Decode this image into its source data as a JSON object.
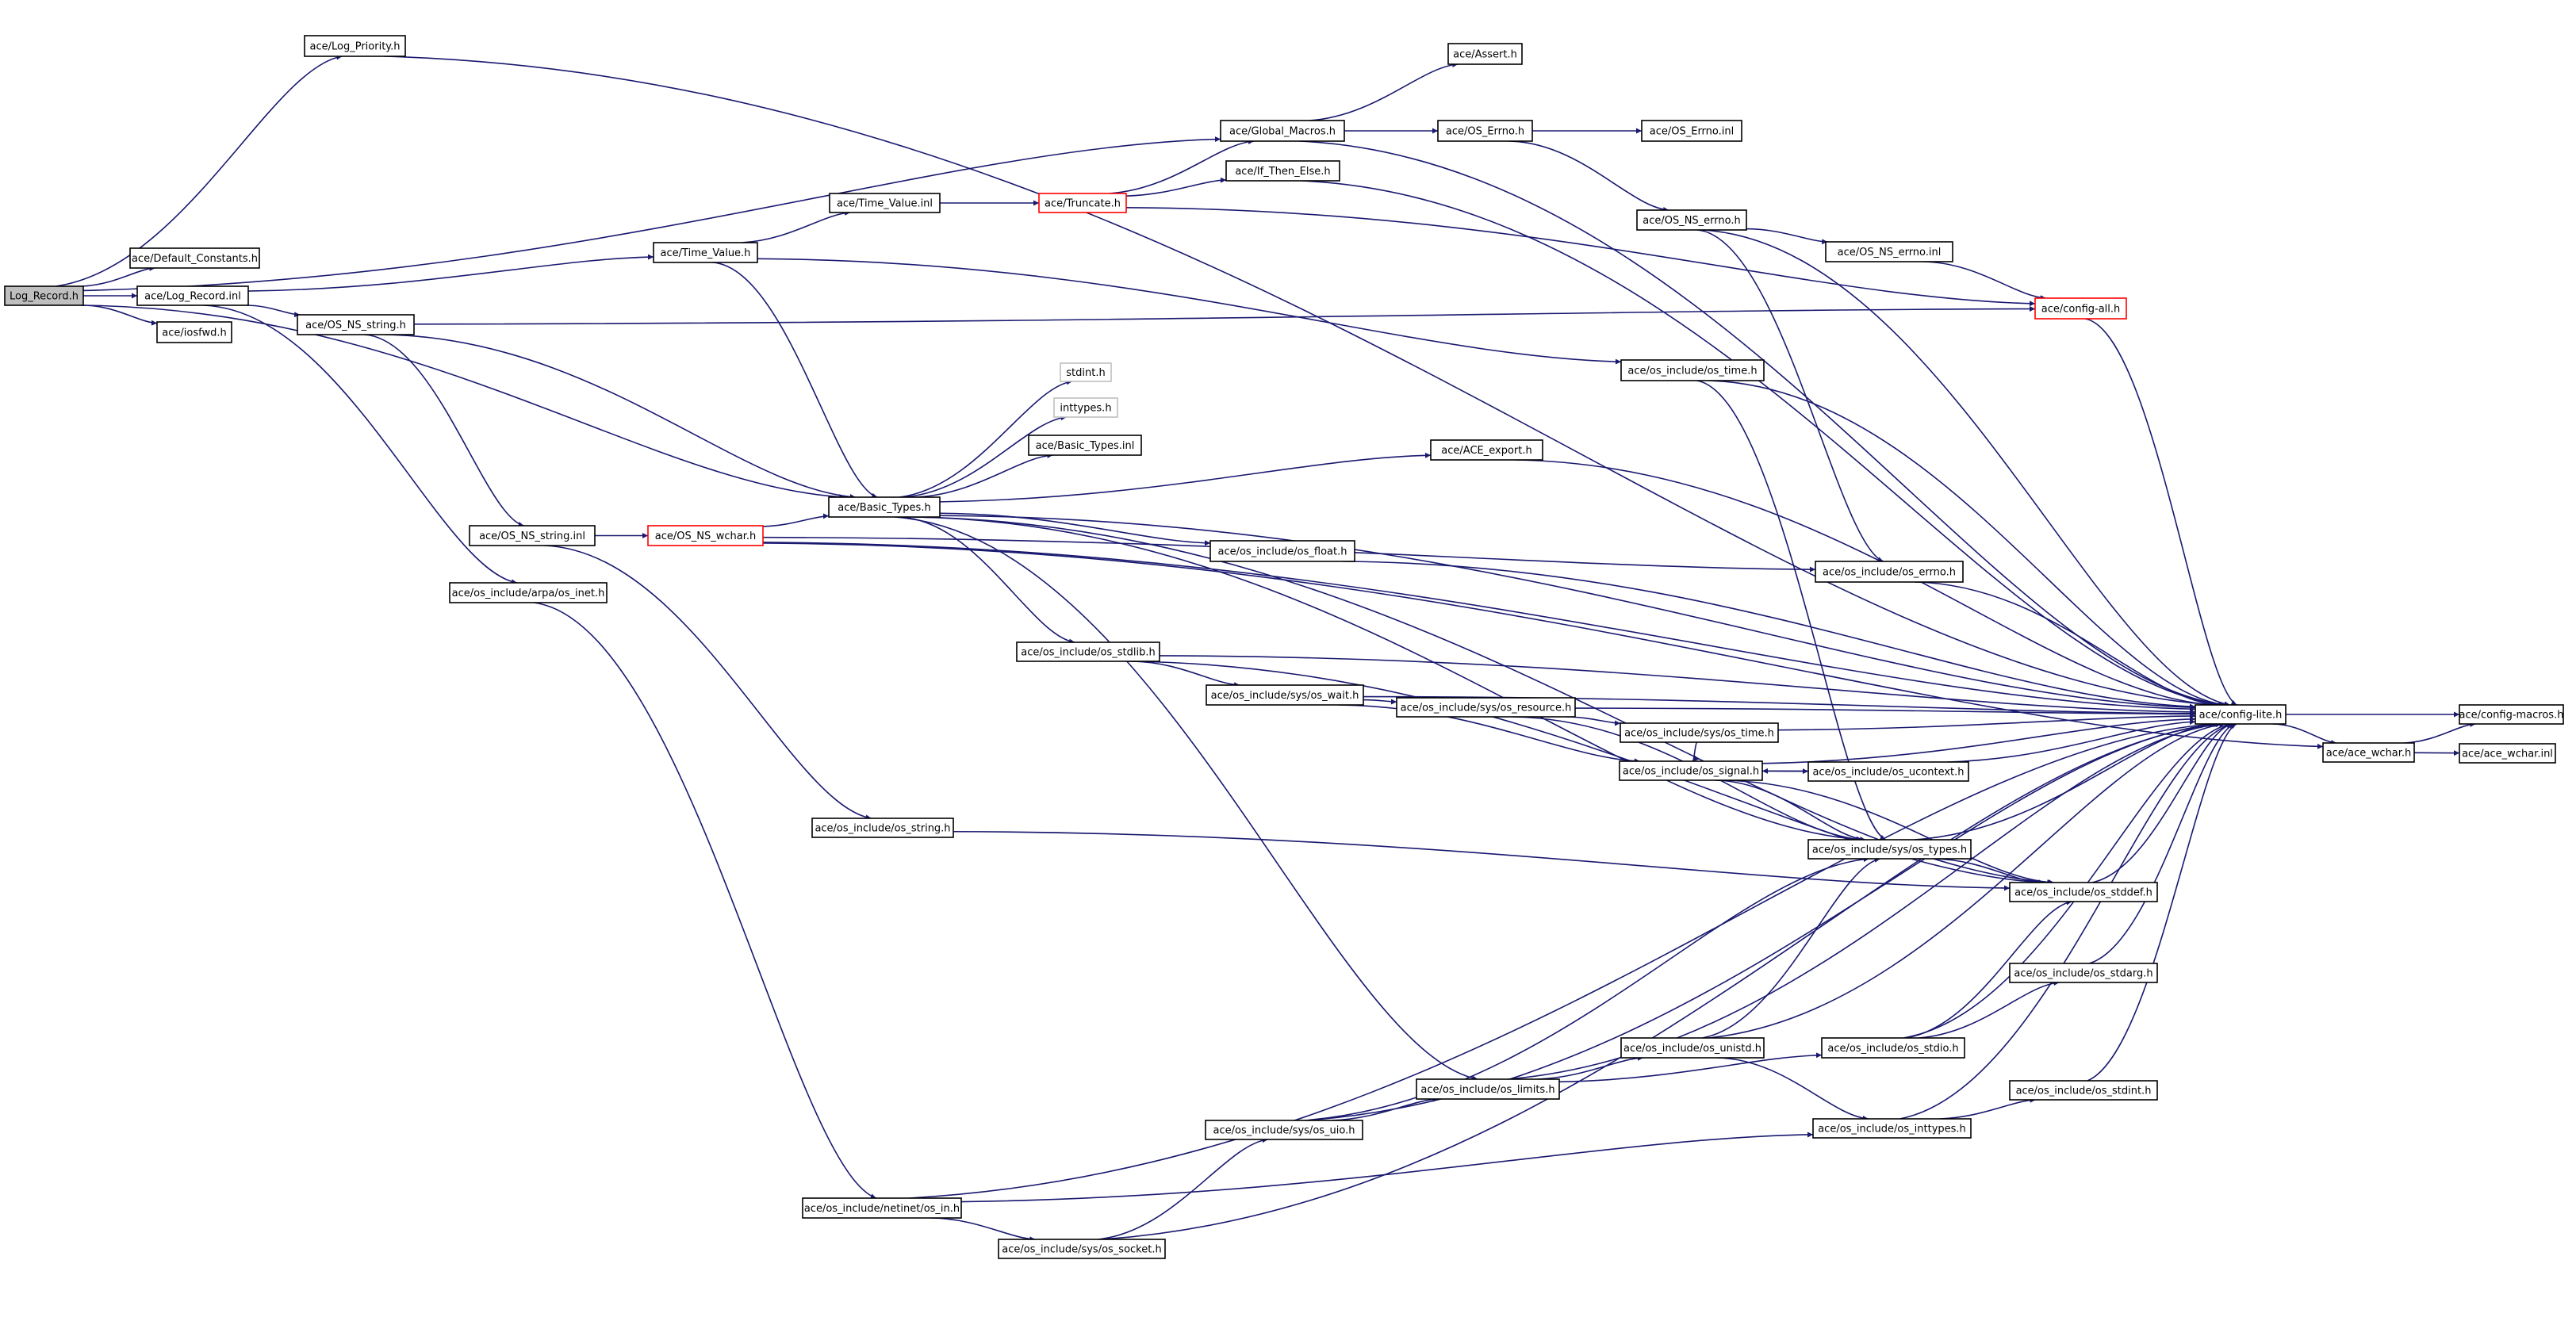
{
  "diagram": {
    "nodes": [
      {
        "id": "log_record_h",
        "label": "Log_Record.h",
        "style": "root"
      },
      {
        "id": "log_priority",
        "label": "ace/Log_Priority.h",
        "style": "normal"
      },
      {
        "id": "default_constants",
        "label": "ace/Default_Constants.h",
        "style": "normal"
      },
      {
        "id": "log_record_inl",
        "label": "ace/Log_Record.inl",
        "style": "normal"
      },
      {
        "id": "iosfwd",
        "label": "ace/iosfwd.h",
        "style": "normal"
      },
      {
        "id": "global_macros",
        "label": "ace/Global_Macros.h",
        "style": "normal"
      },
      {
        "id": "assert",
        "label": "ace/Assert.h",
        "style": "normal"
      },
      {
        "id": "os_errno",
        "label": "ace/OS_Errno.h",
        "style": "normal"
      },
      {
        "id": "os_errno_inl",
        "label": "ace/OS_Errno.inl",
        "style": "normal"
      },
      {
        "id": "time_value_inl",
        "label": "ace/Time_Value.inl",
        "style": "normal"
      },
      {
        "id": "truncate",
        "label": "ace/Truncate.h",
        "style": "red"
      },
      {
        "id": "if_then_else",
        "label": "ace/If_Then_Else.h",
        "style": "normal"
      },
      {
        "id": "time_value_h",
        "label": "ace/Time_Value.h",
        "style": "normal"
      },
      {
        "id": "os_ns_errno_h",
        "label": "ace/OS_NS_errno.h",
        "style": "normal"
      },
      {
        "id": "os_ns_errno_inl",
        "label": "ace/OS_NS_errno.inl",
        "style": "normal"
      },
      {
        "id": "config_all",
        "label": "ace/config-all.h",
        "style": "red"
      },
      {
        "id": "os_ns_string_h",
        "label": "ace/OS_NS_string.h",
        "style": "normal"
      },
      {
        "id": "os_time",
        "label": "ace/os_include/os_time.h",
        "style": "normal"
      },
      {
        "id": "stdint",
        "label": "stdint.h",
        "style": "grey"
      },
      {
        "id": "inttypes",
        "label": "inttypes.h",
        "style": "grey"
      },
      {
        "id": "basic_types_inl",
        "label": "ace/Basic_Types.inl",
        "style": "normal"
      },
      {
        "id": "ace_export",
        "label": "ace/ACE_export.h",
        "style": "normal"
      },
      {
        "id": "basic_types_h",
        "label": "ace/Basic_Types.h",
        "style": "normal"
      },
      {
        "id": "os_ns_string_inl",
        "label": "ace/OS_NS_string.inl",
        "style": "normal"
      },
      {
        "id": "os_ns_wchar",
        "label": "ace/OS_NS_wchar.h",
        "style": "red"
      },
      {
        "id": "os_float",
        "label": "ace/os_include/os_float.h",
        "style": "normal"
      },
      {
        "id": "os_errno_inc",
        "label": "ace/os_include/os_errno.h",
        "style": "normal"
      },
      {
        "id": "arpa_inet",
        "label": "ace/os_include/arpa/os_inet.h",
        "style": "normal"
      },
      {
        "id": "os_stdlib",
        "label": "ace/os_include/os_stdlib.h",
        "style": "normal"
      },
      {
        "id": "sys_wait",
        "label": "ace/os_include/sys/os_wait.h",
        "style": "normal"
      },
      {
        "id": "sys_resource",
        "label": "ace/os_include/sys/os_resource.h",
        "style": "normal"
      },
      {
        "id": "config_lite",
        "label": "ace/config-lite.h",
        "style": "normal"
      },
      {
        "id": "config_macros",
        "label": "ace/config-macros.h",
        "style": "normal"
      },
      {
        "id": "sys_time",
        "label": "ace/os_include/sys/os_time.h",
        "style": "normal"
      },
      {
        "id": "ace_wchar_h",
        "label": "ace/ace_wchar.h",
        "style": "normal"
      },
      {
        "id": "ace_wchar_inl",
        "label": "ace/ace_wchar.inl",
        "style": "normal"
      },
      {
        "id": "os_signal",
        "label": "ace/os_include/os_signal.h",
        "style": "normal"
      },
      {
        "id": "os_ucontext",
        "label": "ace/os_include/os_ucontext.h",
        "style": "normal"
      },
      {
        "id": "os_string",
        "label": "ace/os_include/os_string.h",
        "style": "normal"
      },
      {
        "id": "sys_types",
        "label": "ace/os_include/sys/os_types.h",
        "style": "normal"
      },
      {
        "id": "os_stddef",
        "label": "ace/os_include/os_stddef.h",
        "style": "normal"
      },
      {
        "id": "os_stdarg",
        "label": "ace/os_include/os_stdarg.h",
        "style": "normal"
      },
      {
        "id": "os_unistd",
        "label": "ace/os_include/os_unistd.h",
        "style": "normal"
      },
      {
        "id": "os_stdio",
        "label": "ace/os_include/os_stdio.h",
        "style": "normal"
      },
      {
        "id": "os_limits",
        "label": "ace/os_include/os_limits.h",
        "style": "normal"
      },
      {
        "id": "os_stdint",
        "label": "ace/os_include/os_stdint.h",
        "style": "normal"
      },
      {
        "id": "sys_uio",
        "label": "ace/os_include/sys/os_uio.h",
        "style": "normal"
      },
      {
        "id": "os_inttypes",
        "label": "ace/os_include/os_inttypes.h",
        "style": "normal"
      },
      {
        "id": "netinet_in",
        "label": "ace/os_include/netinet/os_in.h",
        "style": "normal"
      },
      {
        "id": "sys_socket",
        "label": "ace/os_include/sys/os_socket.h",
        "style": "normal"
      }
    ],
    "edges": [
      [
        "log_record_h",
        "log_priority"
      ],
      [
        "log_record_h",
        "default_constants"
      ],
      [
        "log_record_h",
        "log_record_inl"
      ],
      [
        "log_record_h",
        "iosfwd"
      ],
      [
        "log_record_h",
        "global_macros"
      ],
      [
        "log_record_h",
        "basic_types_h"
      ],
      [
        "log_priority",
        "config_lite"
      ],
      [
        "log_record_inl",
        "time_value_h"
      ],
      [
        "log_record_inl",
        "os_ns_string_h"
      ],
      [
        "log_record_inl",
        "arpa_inet"
      ],
      [
        "global_macros",
        "assert"
      ],
      [
        "global_macros",
        "os_errno"
      ],
      [
        "global_macros",
        "config_lite"
      ],
      [
        "os_errno",
        "os_errno_inl"
      ],
      [
        "os_errno",
        "os_ns_errno_h"
      ],
      [
        "time_value_inl",
        "truncate"
      ],
      [
        "truncate",
        "global_macros"
      ],
      [
        "truncate",
        "if_then_else"
      ],
      [
        "truncate",
        "config_all"
      ],
      [
        "if_then_else",
        "config_lite"
      ],
      [
        "time_value_h",
        "time_value_inl"
      ],
      [
        "time_value_h",
        "basic_types_h"
      ],
      [
        "time_value_h",
        "os_time"
      ],
      [
        "os_ns_errno_h",
        "os_ns_errno_inl"
      ],
      [
        "os_ns_errno_h",
        "config_lite"
      ],
      [
        "os_ns_errno_h",
        "os_errno_inc"
      ],
      [
        "os_ns_errno_inl",
        "config_all"
      ],
      [
        "config_all",
        "config_lite"
      ],
      [
        "os_ns_string_h",
        "config_all"
      ],
      [
        "os_ns_string_h",
        "basic_types_h"
      ],
      [
        "os_ns_string_h",
        "os_ns_string_inl"
      ],
      [
        "os_time",
        "config_lite"
      ],
      [
        "os_time",
        "sys_types"
      ],
      [
        "basic_types_h",
        "stdint"
      ],
      [
        "basic_types_h",
        "inttypes"
      ],
      [
        "basic_types_h",
        "basic_types_inl"
      ],
      [
        "basic_types_h",
        "ace_export"
      ],
      [
        "basic_types_h",
        "config_lite"
      ],
      [
        "basic_types_h",
        "os_float"
      ],
      [
        "basic_types_h",
        "os_stdlib"
      ],
      [
        "basic_types_h",
        "os_stddef"
      ],
      [
        "basic_types_h",
        "os_limits"
      ],
      [
        "basic_types_h",
        "sys_types"
      ],
      [
        "ace_export",
        "config_lite"
      ],
      [
        "os_ns_string_inl",
        "os_ns_wchar"
      ],
      [
        "os_ns_string_inl",
        "os_string"
      ],
      [
        "os_ns_wchar",
        "basic_types_h"
      ],
      [
        "os_ns_wchar",
        "config_lite"
      ],
      [
        "os_ns_wchar",
        "os_errno_inc"
      ],
      [
        "os_ns_wchar",
        "ace_wchar_h"
      ],
      [
        "os_float",
        "config_lite"
      ],
      [
        "os_errno_inc",
        "config_lite"
      ],
      [
        "arpa_inet",
        "netinet_in"
      ],
      [
        "os_stdlib",
        "config_lite"
      ],
      [
        "os_stdlib",
        "sys_wait"
      ],
      [
        "os_stdlib",
        "os_stddef"
      ],
      [
        "sys_wait",
        "config_lite"
      ],
      [
        "sys_wait",
        "sys_resource"
      ],
      [
        "sys_wait",
        "os_signal"
      ],
      [
        "sys_resource",
        "config_lite"
      ],
      [
        "sys_resource",
        "sys_time"
      ],
      [
        "sys_resource",
        "sys_types"
      ],
      [
        "config_lite",
        "config_macros"
      ],
      [
        "config_lite",
        "ace_wchar_h"
      ],
      [
        "ace_wchar_h",
        "config_macros"
      ],
      [
        "ace_wchar_h",
        "ace_wchar_inl"
      ],
      [
        "sys_time",
        "config_lite"
      ],
      [
        "sys_time",
        "os_signal"
      ],
      [
        "os_signal",
        "config_lite"
      ],
      [
        "os_signal",
        "os_ucontext"
      ],
      [
        "os_signal",
        "sys_types"
      ],
      [
        "os_signal",
        "os_stddef"
      ],
      [
        "os_ucontext",
        "config_lite"
      ],
      [
        "os_ucontext",
        "os_signal"
      ],
      [
        "os_string",
        "os_stddef"
      ],
      [
        "sys_types",
        "config_lite"
      ],
      [
        "sys_types",
        "os_stddef"
      ],
      [
        "os_stddef",
        "config_lite"
      ],
      [
        "os_stdarg",
        "config_lite"
      ],
      [
        "os_unistd",
        "config_lite"
      ],
      [
        "os_unistd",
        "sys_types"
      ],
      [
        "os_unistd",
        "os_inttypes"
      ],
      [
        "os_stdio",
        "config_lite"
      ],
      [
        "os_stdio",
        "os_stddef"
      ],
      [
        "os_stdio",
        "os_stdarg"
      ],
      [
        "os_limits",
        "config_lite"
      ],
      [
        "os_limits",
        "os_unistd"
      ],
      [
        "os_limits",
        "os_stdio"
      ],
      [
        "os_stdint",
        "config_lite"
      ],
      [
        "sys_uio",
        "config_lite"
      ],
      [
        "sys_uio",
        "os_limits"
      ],
      [
        "sys_uio",
        "sys_types"
      ],
      [
        "os_inttypes",
        "config_lite"
      ],
      [
        "os_inttypes",
        "os_stdint"
      ],
      [
        "netinet_in",
        "config_lite"
      ],
      [
        "netinet_in",
        "sys_socket"
      ],
      [
        "netinet_in",
        "os_inttypes"
      ],
      [
        "sys_socket",
        "config_lite"
      ],
      [
        "sys_socket",
        "sys_uio"
      ]
    ]
  }
}
